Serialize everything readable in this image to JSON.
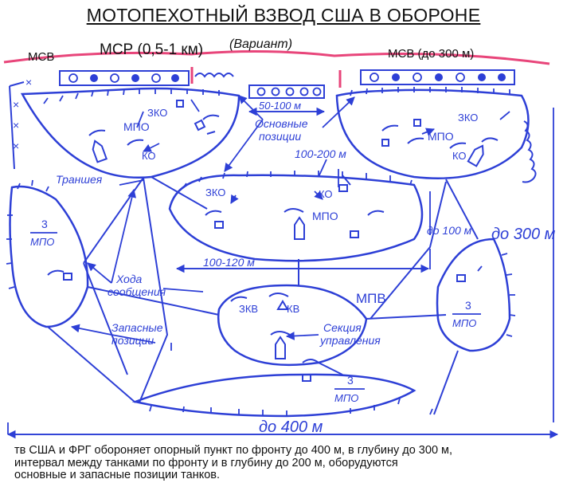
{
  "title": "МОТОПЕХОТНЫЙ ВЗВОД США В ОБОРОНЕ",
  "header": {
    "left_msv": "МСВ",
    "center": "МСР (0,5-1 км)",
    "variant": "(Вариант)",
    "right_msv": "МСВ (до 300 м)"
  },
  "labels": {
    "trench": "Траншея",
    "main_positions_1": "Основные",
    "main_positions_2": "позиции",
    "comm_1": "Хода",
    "comm_2": "сообщения",
    "reserve_1": "Запасные",
    "reserve_2": "позиции",
    "section_1": "Секция",
    "section_2": "управления",
    "dist_50_100": "50-100 м",
    "dist_100_200": "100-200 м",
    "dist_100": "до 100 м",
    "dist_300": "до 300 м",
    "dist_100_120": "100-120 м",
    "dist_400": "до 400 м",
    "zko": "ЗКО",
    "mpo": "МПО",
    "ko": "КО",
    "three": "3",
    "mpv": "МПВ",
    "zkv": "ЗКВ",
    "kv": "КВ"
  },
  "caption": {
    "line1": "тв США и ФРГ обороняет опорный пункт по фронту до 400 м, в глубину до 300 м,",
    "line2": "интервал между танками по фронту и в глубину до 200 м, оборудуются",
    "line3": "основные и запасные позиции танков."
  },
  "colors": {
    "ink": "#2d3fd6",
    "front_line": "#e8457a",
    "text": "#111111"
  }
}
